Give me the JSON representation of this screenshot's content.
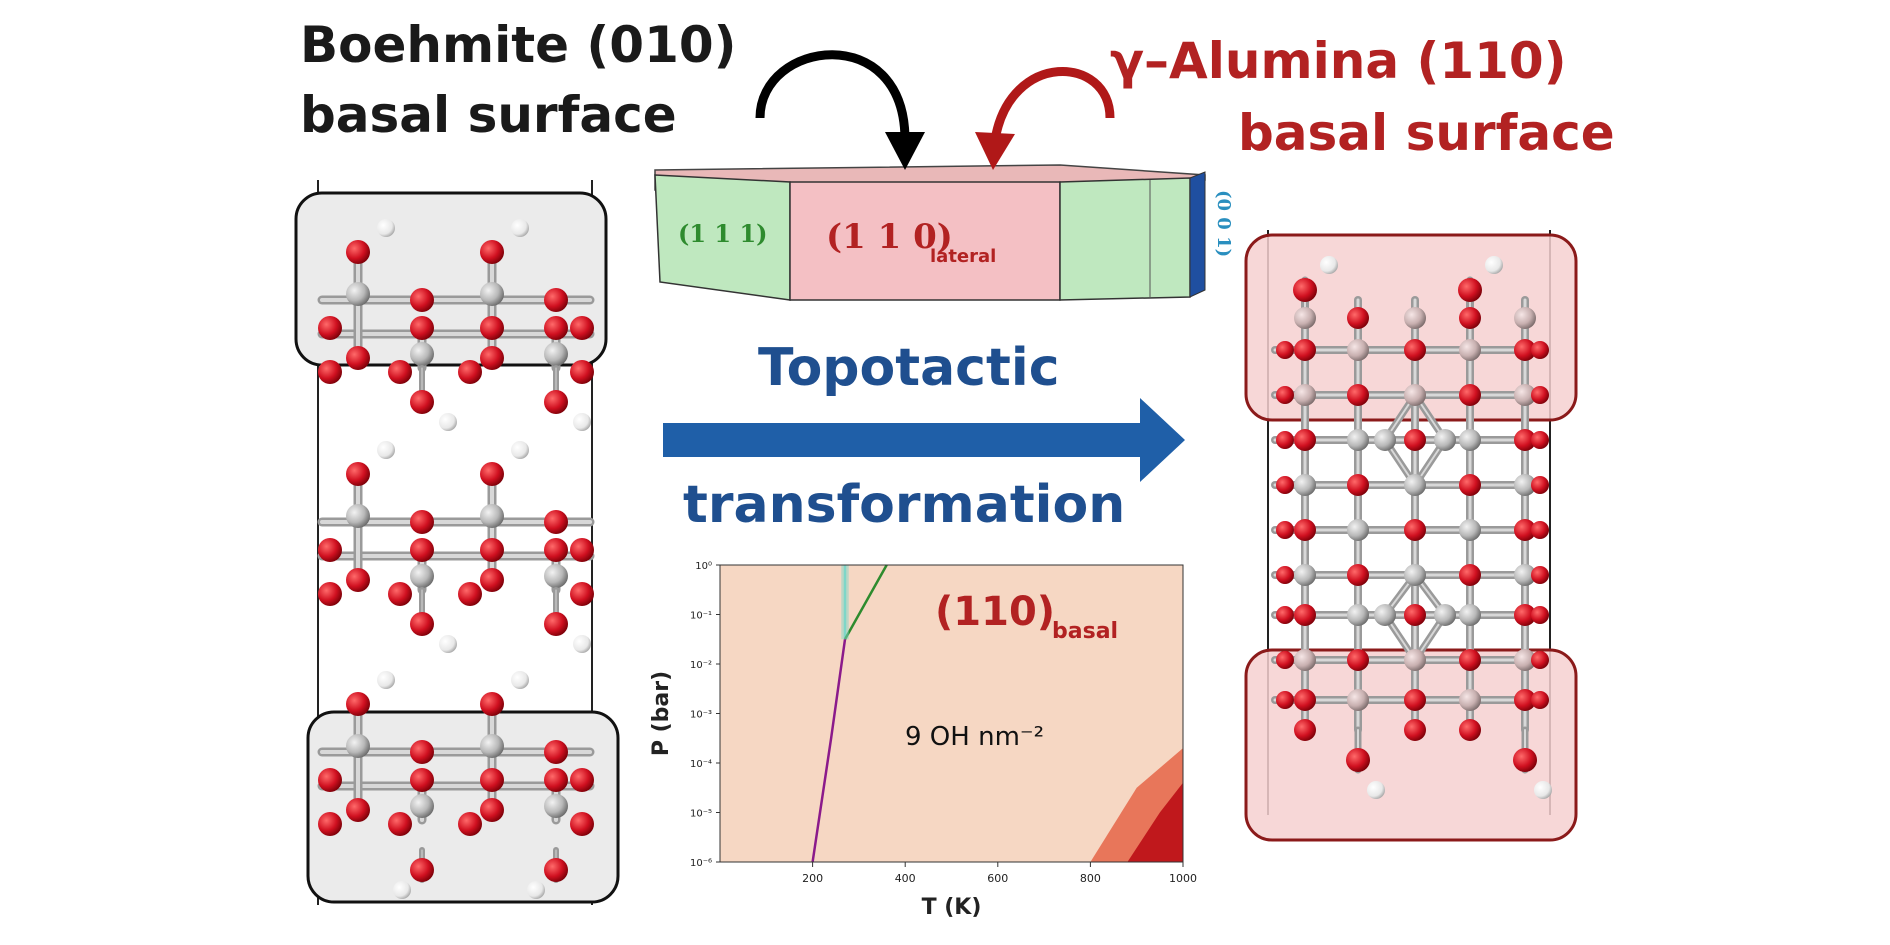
{
  "left_panel": {
    "title_line1": "Boehmite (010)",
    "title_line2": "basal surface"
  },
  "right_panel": {
    "title_line1": "γ–Alumina (110)",
    "title_line2": "basal surface"
  },
  "crystal_block": {
    "face_left": "(1 1 1)",
    "face_center_main": "(1 1 0)",
    "face_center_sub": "lateral",
    "face_right_edge": "(0 0 1)"
  },
  "arrow": {
    "line1": "Topotactic",
    "line2": "transformation"
  },
  "colors": {
    "boehmite_text": "#1a1a1a",
    "alumina_text": "#b22222",
    "arrow": "#1f5fa8",
    "arrow_text": "#1f4f8f",
    "oxygen": "#d01020",
    "hydrogen": "#f2f2f2",
    "aluminum": "#b8b8b8",
    "surface_box_fill_left": "#ebebeb",
    "surface_box_fill_right": "#f6d0d0",
    "face_green": "#bfe8bf",
    "face_pink": "#f4c0c4",
    "face_blue": "#1f4fa0",
    "phase_bg": "#f6d7c3",
    "phase_mid": "#e8765a",
    "phase_dark": "#c0181c",
    "line_teal": "#7fd6c8",
    "line_green": "#2e8b2e",
    "line_purple": "#8b1a8b"
  },
  "chart_data": {
    "type": "area",
    "title": "(110)basal",
    "title_main": "(110)",
    "title_sub": "basal",
    "xlabel": "T (K)",
    "ylabel": "P (bar)",
    "xlim": [
      0,
      1000
    ],
    "ylim_log10": [
      -6,
      0
    ],
    "x_ticks": [
      200,
      400,
      600,
      800,
      1000
    ],
    "y_ticks": [
      "10⁰",
      "10⁻¹",
      "10⁻²",
      "10⁻³",
      "10⁻⁴",
      "10⁻⁵",
      "10⁻⁶"
    ],
    "region_label": "9 OH nm⁻²",
    "regions": [
      {
        "color": "phase_mid",
        "boundary_T_at_logP": [
          [
            800,
            -6
          ],
          [
            900,
            -4.5
          ],
          [
            1000,
            -3.7
          ]
        ]
      },
      {
        "color": "phase_dark",
        "boundary_T_at_logP": [
          [
            880,
            -6
          ],
          [
            950,
            -5
          ],
          [
            1000,
            -4.4
          ]
        ]
      }
    ],
    "lines": [
      {
        "name": "teal",
        "points": [
          [
            270,
            0
          ],
          [
            270,
            -1.5
          ]
        ]
      },
      {
        "name": "green",
        "points": [
          [
            270,
            -1.5
          ],
          [
            300,
            -1.0
          ],
          [
            360,
            0
          ]
        ]
      },
      {
        "name": "purple",
        "points": [
          [
            270,
            -1.5
          ],
          [
            240,
            -3.5
          ],
          [
            200,
            -6
          ]
        ]
      }
    ]
  }
}
